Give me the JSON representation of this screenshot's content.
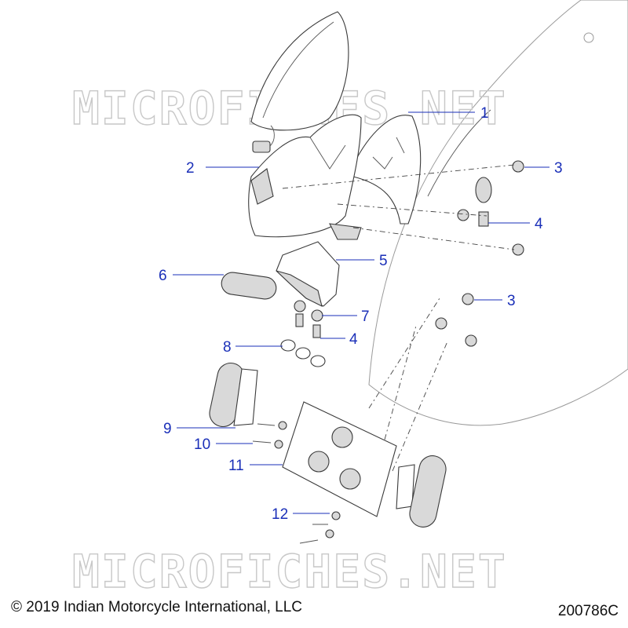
{
  "watermark": "MICROFICHES.NET",
  "copyright": "© 2019 Indian Motorcycle International, LLC",
  "diagram_code": "200786C",
  "callouts": {
    "c1": "1",
    "c2": "2",
    "c3a": "3",
    "c3b": "3",
    "c4a": "4",
    "c4b": "4",
    "c5": "5",
    "c6": "6",
    "c7": "7",
    "c8": "8",
    "c9": "9",
    "c10": "10",
    "c11": "11",
    "c12": "12"
  }
}
